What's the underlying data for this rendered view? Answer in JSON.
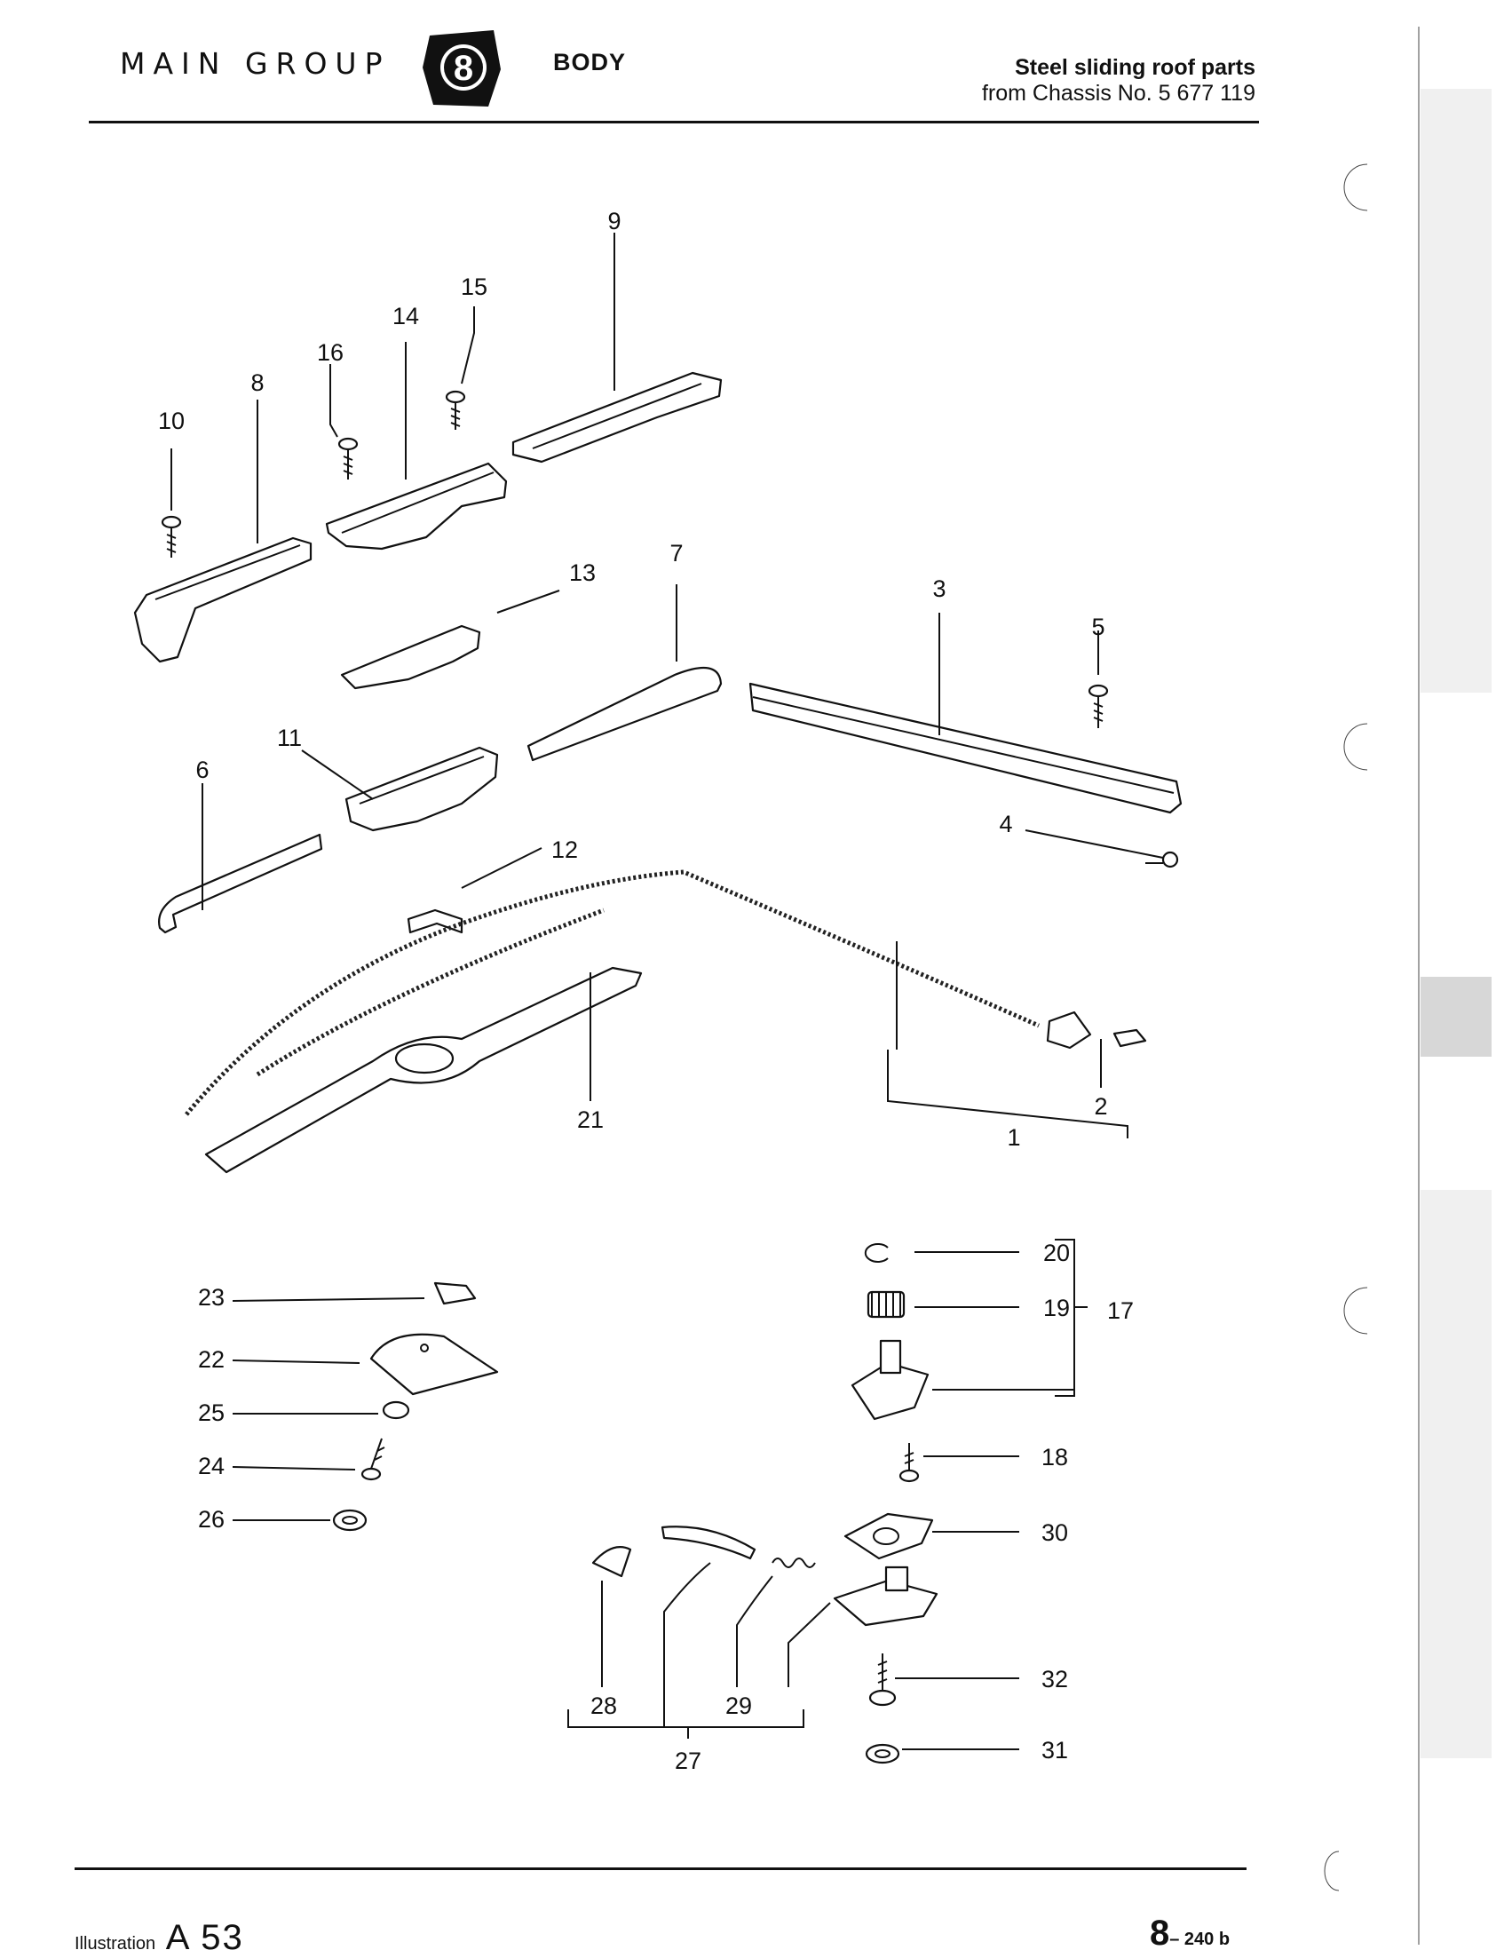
{
  "header": {
    "main_group": "MAIN GROUP",
    "group_number": "8",
    "section": "BODY",
    "title_line1": "Steel sliding roof parts",
    "title_line2": "from Chassis No. 5 677 119"
  },
  "footer": {
    "illustration_label": "Illustration",
    "illustration_code": "A 53",
    "page_main": "8",
    "page_sub": "– 240 b"
  },
  "callouts": [
    "1",
    "2",
    "3",
    "4",
    "5",
    "6",
    "7",
    "8",
    "9",
    "10",
    "11",
    "12",
    "13",
    "14",
    "15",
    "16",
    "17",
    "18",
    "19",
    "20",
    "21",
    "22",
    "23",
    "24",
    "25",
    "26",
    "27",
    "28",
    "29",
    "30",
    "31",
    "32"
  ]
}
